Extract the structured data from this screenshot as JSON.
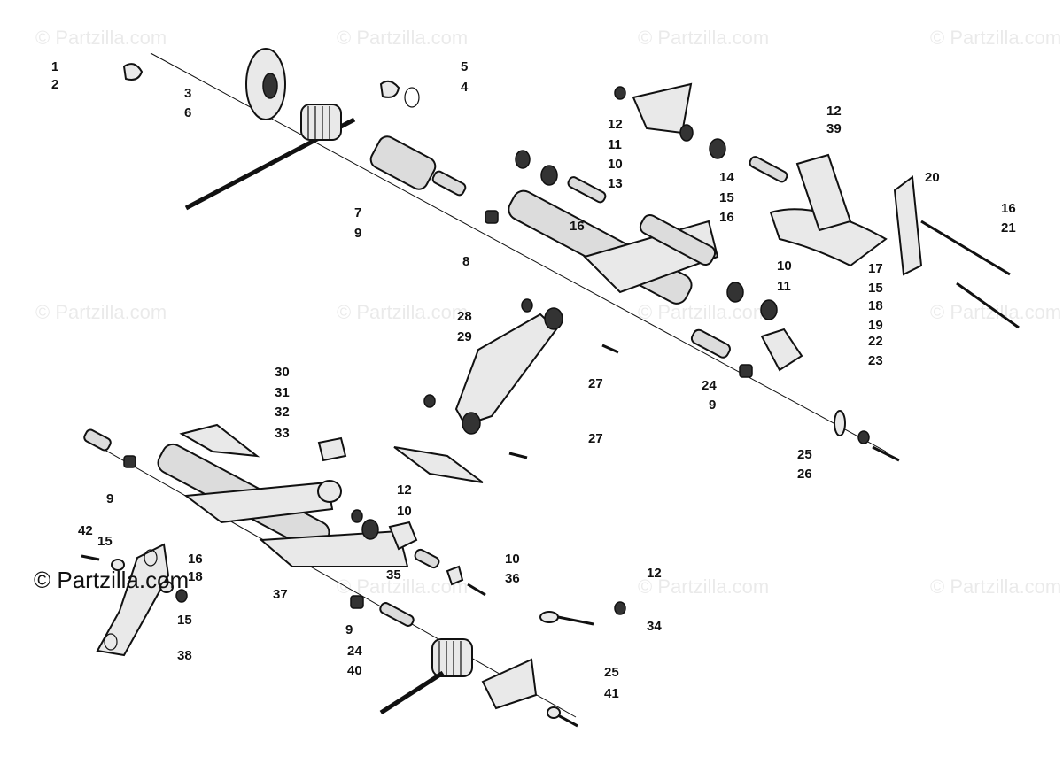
{
  "diagram": {
    "watermark": "© Partzilla.com",
    "callouts": [
      "1",
      "2",
      "3",
      "4",
      "5",
      "6",
      "7",
      "8",
      "9",
      "10",
      "11",
      "12",
      "13",
      "14",
      "15",
      "16",
      "17",
      "18",
      "19",
      "20",
      "21",
      "22",
      "23",
      "24",
      "25",
      "26",
      "27",
      "28",
      "29",
      "30",
      "31",
      "32",
      "33",
      "34",
      "35",
      "36",
      "37",
      "38",
      "39",
      "40",
      "41",
      "42"
    ],
    "labels": {
      "top": [
        "1",
        "2",
        "3",
        "6",
        "5",
        "4",
        "12",
        "11",
        "10",
        "14",
        "13",
        "12",
        "39",
        "15",
        "16",
        "16",
        "20",
        "16",
        "21",
        "7",
        "9",
        "8",
        "10",
        "11",
        "15",
        "17",
        "18",
        "19",
        "22",
        "23",
        "24",
        "9"
      ],
      "middle": [
        "28",
        "29",
        "27",
        "27",
        "25",
        "26"
      ],
      "bottom": [
        "30",
        "31",
        "32",
        "33",
        "9",
        "12",
        "10",
        "42",
        "15",
        "16",
        "18",
        "15",
        "35",
        "10",
        "36",
        "37",
        "38",
        "9",
        "24",
        "12",
        "34",
        "40",
        "25",
        "41"
      ]
    }
  }
}
